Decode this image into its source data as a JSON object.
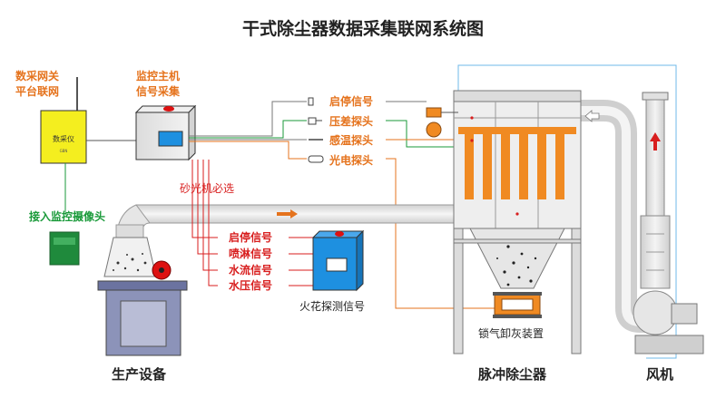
{
  "title": "干式除尘器数据采集联网系统图",
  "gateway": {
    "line1": "数采网关",
    "line2": "平台联网"
  },
  "host": {
    "line1": "监控主机",
    "line2": "信号采集"
  },
  "daq": {
    "label": "数采仪",
    "sublabel": "GBN"
  },
  "camera": {
    "label": "接入监控摄像头"
  },
  "signals_top": [
    "启停信号",
    "压差探头",
    "感温探头",
    "光电探头"
  ],
  "sander": {
    "label": "砂光机必选"
  },
  "signals_bottom": [
    "启停信号",
    "喷淋信号",
    "水流信号",
    "水压信号"
  ],
  "spark": {
    "label": "火花探测信号"
  },
  "valve": {
    "label": "锁气卸灰装置"
  },
  "captions": {
    "production": "生产设备",
    "collector": "脉冲除尘器",
    "fan": "风机"
  },
  "colors": {
    "title": "#222222",
    "orange_label": "#e5731d",
    "red_label": "#d81e1e",
    "green_label": "#1a9a3a",
    "filter_bag": "#f08a22",
    "daq_box": "#f4ee1f",
    "spark_box": "#1e90e0",
    "camera_box": "#1f8a3c",
    "duct": "#e2e2e2",
    "production": "#8c93b9"
  }
}
